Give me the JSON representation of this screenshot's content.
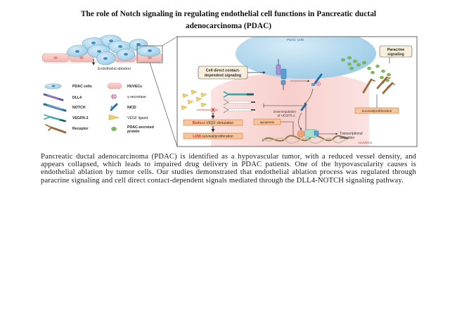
{
  "title": {
    "line1": "The role of Notch signaling in regulating endothelial cell functions in Pancreatic ductal",
    "line2": "adenocarcinoma (PDAC)"
  },
  "figure": {
    "left_panel": {
      "ablation_label": "Endothelial ablation"
    },
    "legend": {
      "items": [
        {
          "icon": "pdac-cell-icon",
          "label": "PDAC cells"
        },
        {
          "icon": "huvec-icon",
          "label": "HUVECs"
        },
        {
          "icon": "dll4-icon",
          "label": "DLL4"
        },
        {
          "icon": "gamma-secretase-icon",
          "label": "γ-secretase"
        },
        {
          "icon": "notch-icon",
          "label": "NOTCH"
        },
        {
          "icon": "nicd-icon",
          "label": "NICD"
        },
        {
          "icon": "vegfr2-icon",
          "label": "VEGFR-2"
        },
        {
          "icon": "vegf-ligand-icon",
          "label": "VEGF ligand"
        },
        {
          "icon": "receptor-icon",
          "label": "Receptor"
        },
        {
          "icon": "pdac-secreted-protein-icon",
          "label": "PDAC-secreted protein"
        }
      ]
    },
    "detail_panel": {
      "pdac_cells_label": "PDAC cells",
      "huvecs_label": "HUVECs",
      "contact_box": {
        "line1": "Cell direct contact-",
        "line2": "dependent signaling"
      },
      "paracrine_box": {
        "line1": "Paracrine",
        "line2": "signaling"
      },
      "downregulation": {
        "line1": "Downregulation",
        "line2": "of VEGFR-2"
      },
      "reduce_box": {
        "emph": "Reduce",
        "rest": " VEGF stimulation"
      },
      "low_box": {
        "emph": "LOW",
        "rest": " survival/proliferation"
      },
      "apoptosis_box": "apoptosis",
      "survival_box": "survival/proliferation",
      "transcription": {
        "line1": "Transcriptional",
        "line2": "activation"
      }
    },
    "colors": {
      "pdac_blue": "#b9dcef",
      "huvec_pink": "#f6c9c6",
      "box_fill": "#f7efdc",
      "orange_box": "#f6c59a",
      "orange_border": "#d9763a",
      "red_text": "#d2342a",
      "green_dot": "#7cbf52"
    }
  },
  "abstract": {
    "text": "Pancreatic ductal adenocarcinoma (PDAC) is identified as a hypovascular tumor, with a reduced vessel density, and appears collapsed, which leads to impaired drug delivery in PDAC patients. One of the hypovascularity causes is endothelial ablation by tumor cells. Our studies demonstrated that endothelial ablation process was regulated through paracrine signaling and cell direct contact-dependent signals mediated through the DLL4-NOTCH signaling pathway."
  }
}
